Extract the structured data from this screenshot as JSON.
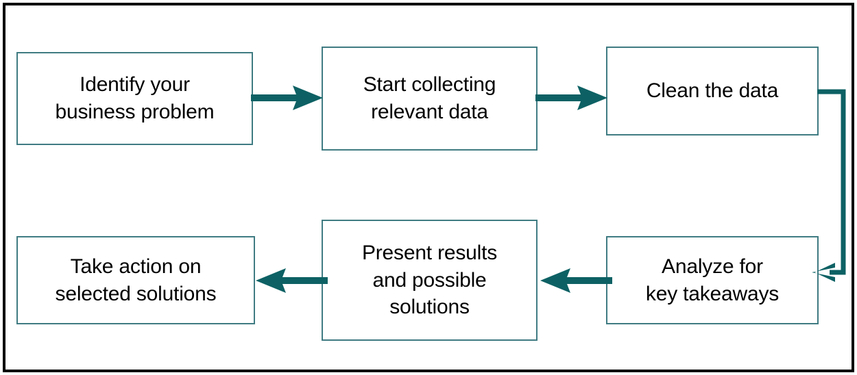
{
  "diagram": {
    "title": "Data analysis process flowchart",
    "type": "flowchart",
    "colors": {
      "frame": "#000000",
      "box_border": "#3f7b82",
      "box_fill": "#ffffff",
      "arrow": "#0d6164",
      "text": "#000000"
    },
    "nodes": [
      {
        "id": "identify",
        "label": "Identify your\nbusiness problem",
        "order": 1
      },
      {
        "id": "collect",
        "label": "Start collecting\nrelevant data",
        "order": 2
      },
      {
        "id": "clean",
        "label": "Clean the data",
        "order": 3
      },
      {
        "id": "analyze",
        "label": "Analyze for\nkey takeaways",
        "order": 4
      },
      {
        "id": "present",
        "label": "Present results\nand possible\nsolutions",
        "order": 5
      },
      {
        "id": "take-action",
        "label": "Take action on\nselected solutions",
        "order": 6
      }
    ],
    "edges": [
      {
        "id": "edge-identify-collect",
        "from": "identify",
        "to": "collect",
        "direction": "right",
        "shape": "straight"
      },
      {
        "id": "edge-collect-clean",
        "from": "collect",
        "to": "clean",
        "direction": "right",
        "shape": "straight"
      },
      {
        "id": "edge-clean-analyze",
        "from": "clean",
        "to": "analyze",
        "direction": "left",
        "shape": "elbow-down"
      },
      {
        "id": "edge-analyze-present",
        "from": "analyze",
        "to": "present",
        "direction": "left",
        "shape": "straight"
      },
      {
        "id": "edge-present-takeaction",
        "from": "present",
        "to": "take-action",
        "direction": "left",
        "shape": "straight"
      }
    ]
  }
}
